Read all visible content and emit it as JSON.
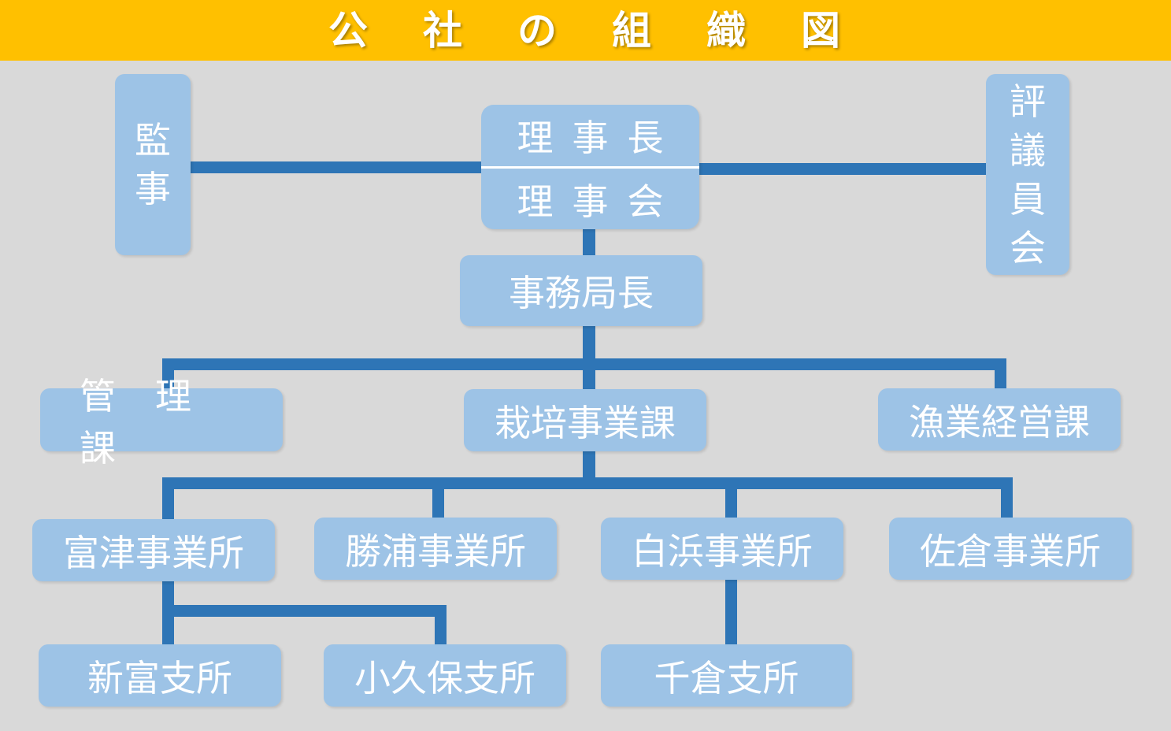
{
  "header": {
    "title_chars": [
      "公",
      "社",
      "の",
      "組",
      "織",
      "図"
    ]
  },
  "colors": {
    "header_bg": "#ffc000",
    "box_fill": "#9dc3e6",
    "connector": "#2e75b6",
    "canvas_bg": "#d9d9d9"
  },
  "nodes": {
    "auditor_chars": [
      "監",
      "事"
    ],
    "council_chars": [
      "評",
      "議",
      "員",
      "会"
    ],
    "chairman": "理事長",
    "board": "理事会",
    "secretary_general": "事務局長",
    "admin_section": "管理課",
    "cultivation_section": "栽培事業課",
    "fishery_section": "漁業経営課",
    "futtsu_office": "富津事業所",
    "katsuura_office": "勝浦事業所",
    "shirahama_office": "白浜事業所",
    "sakura_office": "佐倉事業所",
    "shintomi_branch": "新富支所",
    "okubo_branch": "小久保支所",
    "chikura_branch": "千倉支所"
  }
}
